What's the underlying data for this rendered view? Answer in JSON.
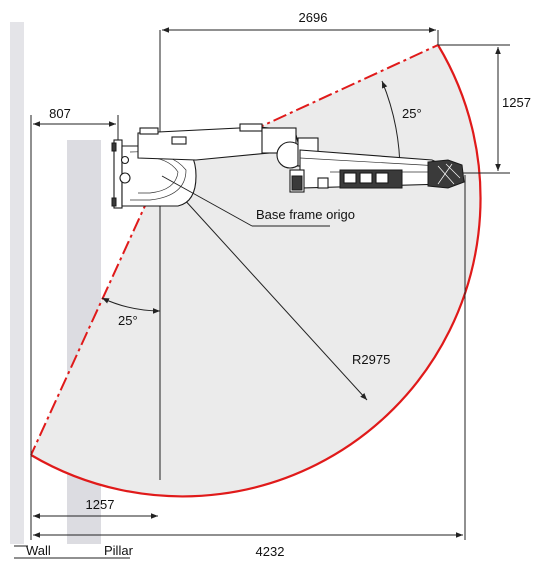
{
  "colors": {
    "workspace_fill": "#ebebeb",
    "boundary": "#e01a1a",
    "wall": "#e4e4e8",
    "pillar": "#dcdce1",
    "line": "#222222"
  },
  "dimensions": {
    "reach_right_horizontal": "2696",
    "height_above_origin": "1257",
    "wall_offset": "807",
    "reach_left": "1257",
    "total_width": "4232",
    "radius": "R2975"
  },
  "angles": {
    "upper": "25°",
    "lower": "25°"
  },
  "labels": {
    "origin": "Base frame origo",
    "wall": "Wall",
    "pillar": "Pillar"
  }
}
